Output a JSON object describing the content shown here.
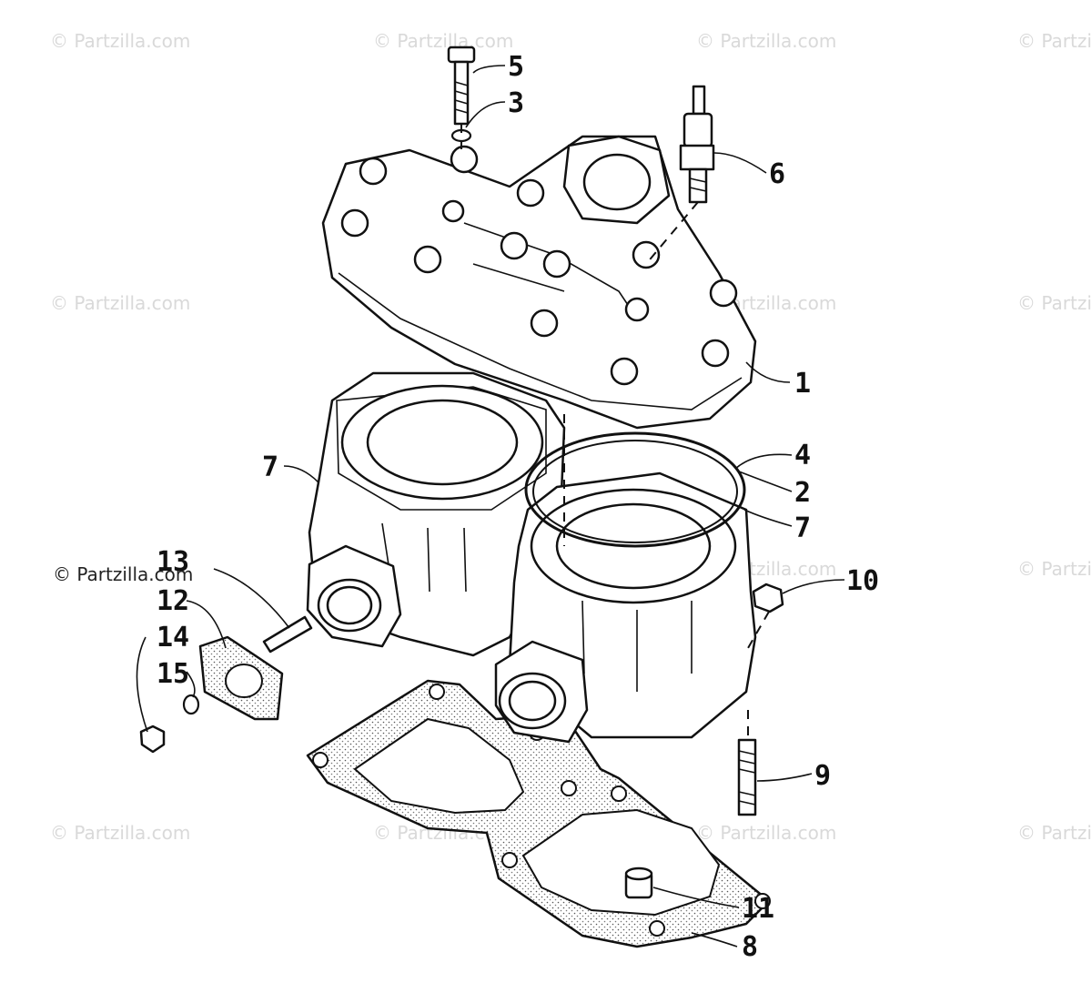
{
  "watermark": {
    "text": "© Partzilla.com"
  },
  "callouts": {
    "c1": "1",
    "c2": "2",
    "c3": "3",
    "c4": "4",
    "c5": "5",
    "c6": "6",
    "c7a": "7",
    "c7b": "7",
    "c8": "8",
    "c9": "9",
    "c10": "10",
    "c11": "11",
    "c12": "12",
    "c13": "13",
    "c14": "14",
    "c15": "15"
  }
}
